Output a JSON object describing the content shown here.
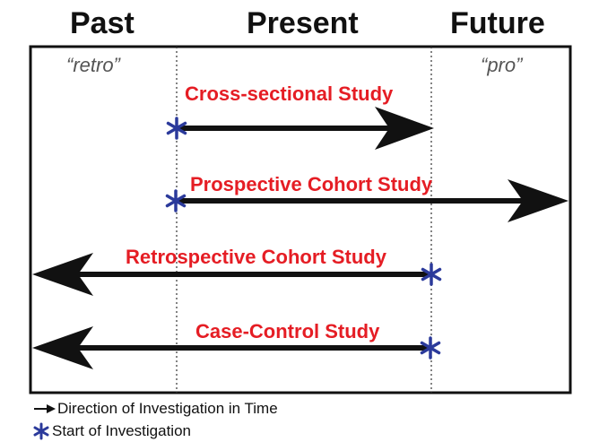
{
  "headers": {
    "past": "Past",
    "present": "Present",
    "future": "Future"
  },
  "sublabels": {
    "retro": "“retro”",
    "pro": "“pro”"
  },
  "studies": {
    "cross_sectional": "Cross-sectional Study",
    "prospective_cohort": "Prospective Cohort Study",
    "retrospective_cohort": "Retrospective Cohort Study",
    "case_control": "Case-Control Study"
  },
  "legend": {
    "direction_label": "Direction of Investigation in Time",
    "start_label": "Start of Investigation"
  },
  "colors": {
    "label_red": "#e51d24",
    "start_blue": "#2b3a9b",
    "arrow_black": "#111111"
  }
}
